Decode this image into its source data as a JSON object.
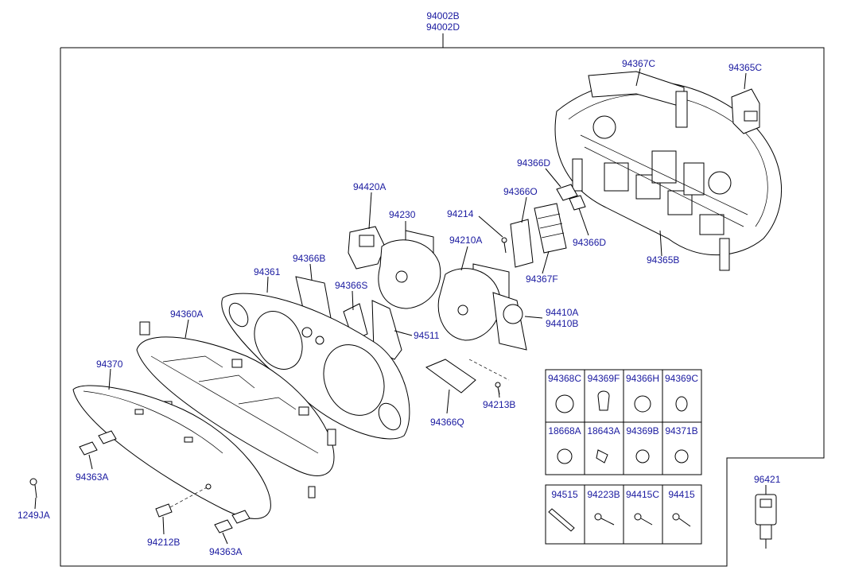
{
  "assembly": {
    "code_1": "94002B",
    "code_2": "94002D"
  },
  "labels": {
    "p94367C": "94367C",
    "p94365C": "94365C",
    "p94366D_top": "94366D",
    "p94366O": "94366O",
    "p94214": "94214",
    "p94366D_bottom": "94366D",
    "p94420A": "94420A",
    "p94230": "94230",
    "p94210A": "94210A",
    "p94367F": "94367F",
    "p94365B": "94365B",
    "p94366B": "94366B",
    "p94361": "94361",
    "p94366S": "94366S",
    "p94410A": "94410A",
    "p94410B": "94410B",
    "p94360A": "94360A",
    "p94511": "94511",
    "p94370": "94370",
    "p94213B": "94213B",
    "p94366Q": "94366Q",
    "p94363A_left": "94363A",
    "p1249JA": "1249JA",
    "p94212B": "94212B",
    "p94363A_bottom": "94363A",
    "p96421": "96421"
  },
  "bulb_table": {
    "row1": [
      "94368C",
      "94369F",
      "94366H",
      "94369C"
    ],
    "row2": [
      "18668A",
      "18643A",
      "94369B",
      "94371B"
    ]
  },
  "fastener_table": {
    "row1": [
      "94515",
      "94223B",
      "94415C",
      "94415"
    ]
  }
}
